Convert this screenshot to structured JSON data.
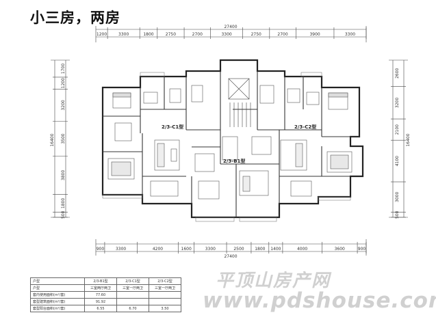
{
  "title": "小三房，两房",
  "top_total": "27400",
  "top_dims": [
    "1200",
    "3300",
    "1800",
    "2750",
    "2700",
    "3300",
    "2750",
    "2700",
    "3900",
    "3300"
  ],
  "bottom_total": "27400",
  "bottom_dims": [
    "900",
    "3300",
    "4200",
    "1600",
    "3300",
    "2500",
    "1800",
    "1400",
    "4000",
    "3600",
    "900"
  ],
  "left_total": "16400",
  "left_dims": [
    "1700",
    "1200",
    "3200",
    "3500",
    "3800",
    "1800",
    "500"
  ],
  "right_total": "16400",
  "right_dims": [
    "2600",
    "3200",
    "2100",
    "4100",
    "3000",
    "500"
  ],
  "unit_labels": [
    "2/3-C1型",
    "2/3-B1型",
    "2/3-C2型"
  ],
  "table": {
    "header": [
      "户型",
      "2/3-B1型",
      "2/3-C1型",
      "2/3-C2型"
    ],
    "rows": [
      [
        "户型",
        "三室两厅两卫",
        "三室一厅两卫",
        "三室一厅两卫"
      ],
      [
        "套内使用面积(m²/套)",
        "77.60",
        "",
        ""
      ],
      [
        "套型建筑面积(m²/套)",
        "91.92",
        "",
        ""
      ],
      [
        "套型阳台面积(m²/套)",
        "6.55",
        "6.70",
        "3.50"
      ]
    ]
  },
  "watermark": {
    "cn": "平顶山房产网",
    "url": "www.pdshouse.com"
  }
}
